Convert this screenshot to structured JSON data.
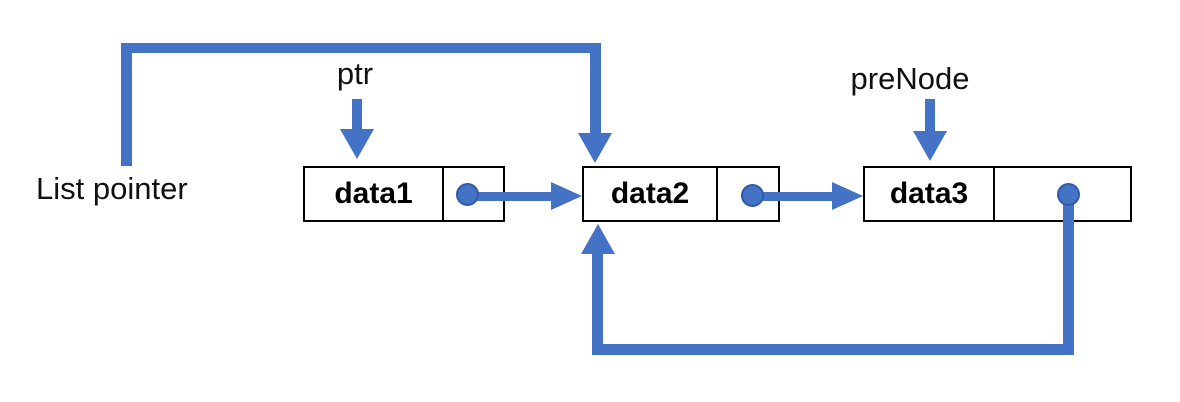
{
  "diagram": {
    "list_pointer_label": "List pointer",
    "ptr_label": "ptr",
    "prenode_label": "preNode",
    "nodes": [
      {
        "label": "data1"
      },
      {
        "label": "data2"
      },
      {
        "label": "data3"
      }
    ],
    "colors": {
      "arrow_blue": "#4472C4",
      "dot_border_blue": "#2E5AA8",
      "box_border": "#000000",
      "background": "#FFFFFF",
      "text": "#111111"
    }
  }
}
